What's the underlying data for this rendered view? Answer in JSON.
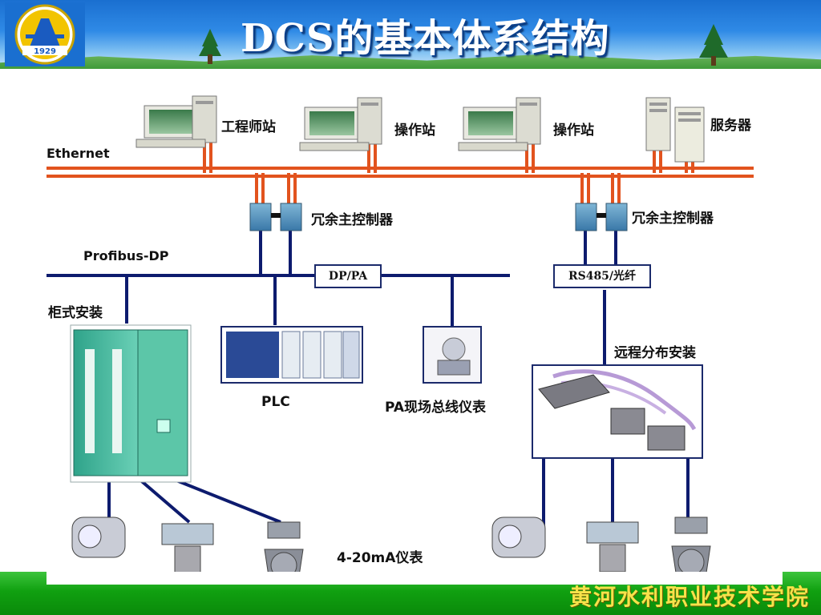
{
  "slide": {
    "title": "DCS的基本体系结构",
    "logo_year": "1929",
    "school": "黄河水利职业技术学院"
  },
  "diagram": {
    "network_ethernet": "Ethernet",
    "network_profibus": "Profibus-DP",
    "engineer_station": "工程师站",
    "operator_station_1": "操作站",
    "operator_station_2": "操作站",
    "server": "服务器",
    "redundant_controller_1": "冗余主控制器",
    "redundant_controller_2": "冗余主控制器",
    "dp_pa": "DP/PA",
    "rs485": "RS485/光纤",
    "cabinet_install": "柜式安装",
    "remote_install": "远程分布安装",
    "plc": "PLC",
    "pa_instrument": "PA现场总线仪表",
    "analog_instrument": "4-20mA仪表"
  },
  "colors": {
    "bus_orange": "#e2531e",
    "bus_navy": "#0d1b6e",
    "header_blue": "#2f8ae6",
    "footer_green": "#10a010",
    "school_yellow": "#f6e24a"
  }
}
